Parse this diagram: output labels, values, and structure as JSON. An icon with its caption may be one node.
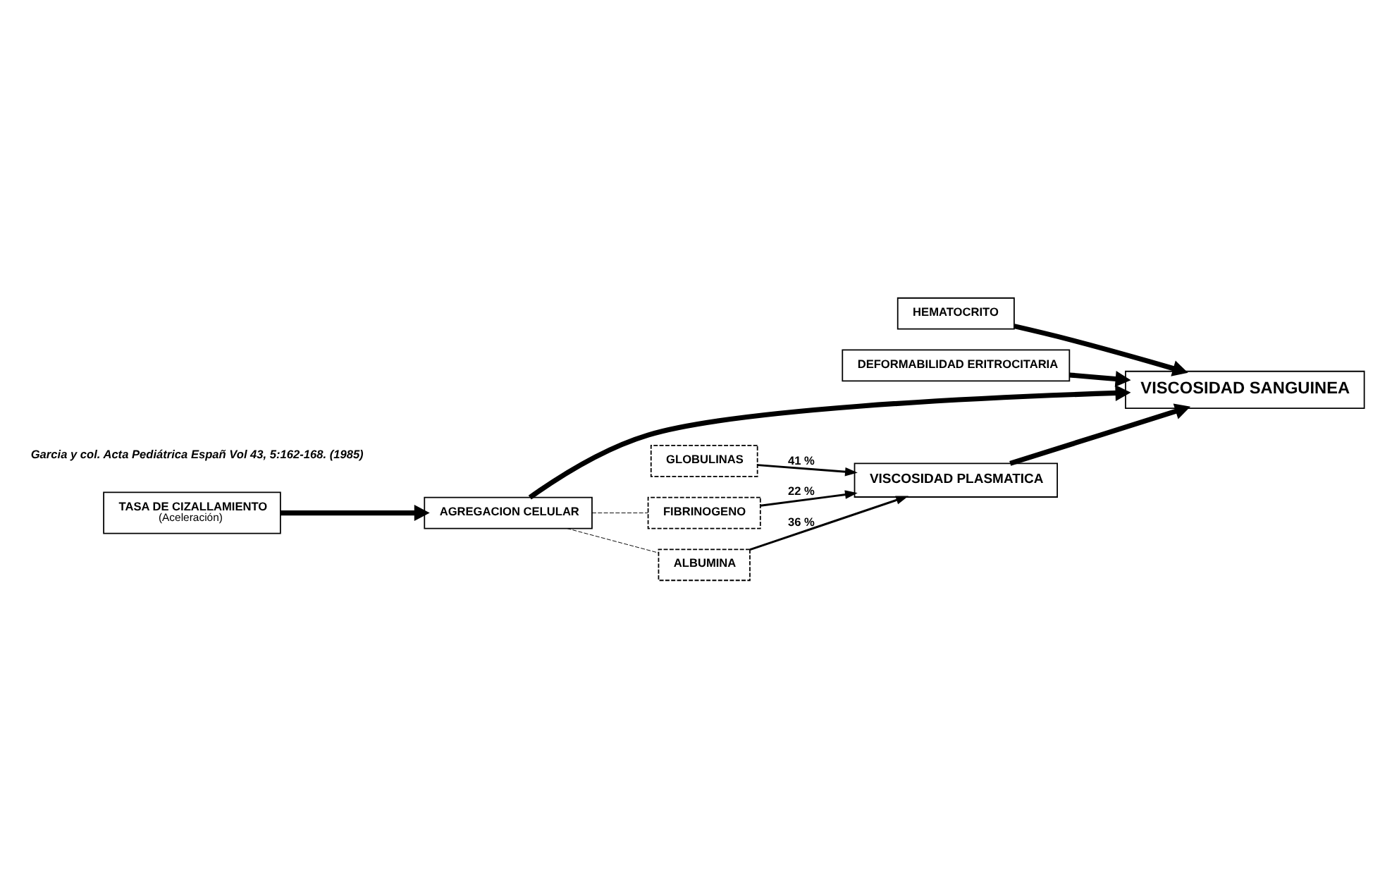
{
  "diagram": {
    "nodes": [
      {
        "text": [
          "HEMATOCRITO"
        ]
      },
      {
        "text": [
          "DEFORMABILIDAD ERITROCITARIA"
        ]
      },
      {
        "text": [
          "VISCOSIDAD SANGUINEA"
        ]
      },
      {
        "text": [
          "AGREGACION CELULAR"
        ]
      },
      {
        "text": [
          "ALBUMINA"
        ]
      },
      {
        "text": [
          "GLOBULINAS"
        ]
      },
      {
        "text": [
          "FIBRINOGENO"
        ]
      },
      {
        "text": [
          "VISCOSIDAD PLASMATICA"
        ]
      },
      {
        "text": [
          "TASA DE CIZALLAMIENTO",
          "(Aceleración)"
        ]
      }
    ],
    "edges": [
      {
        "from": 0,
        "to": 2,
        "arrow": "to",
        "style": "thick"
      },
      {
        "from": 1,
        "to": 2,
        "arrow": "to",
        "style": "thick"
      },
      {
        "from": 3,
        "to": 2,
        "arrow": "to",
        "style": "thick"
      },
      {
        "from": 7,
        "to": 2,
        "arrow": "to",
        "style": "thick"
      },
      {
        "from": 8,
        "to": 3,
        "arrow": "to",
        "style": "thick"
      },
      {
        "from": 3,
        "to": 4,
        "arrow": "none",
        "style": "dashed"
      },
      {
        "from": 3,
        "to": 6,
        "arrow": "none",
        "style": "dashed"
      },
      {
        "from": 4,
        "to": 7,
        "arrow": "to",
        "label": "36 %"
      },
      {
        "from": 5,
        "to": 7,
        "arrow": "to",
        "label": "41 %"
      },
      {
        "from": 6,
        "to": 7,
        "arrow": "to",
        "label": "22 %"
      }
    ],
    "labels": [
      "Garcia y col. Acta Pediátrica Españ Vol 43, 5:162-168. (1985)"
    ]
  }
}
